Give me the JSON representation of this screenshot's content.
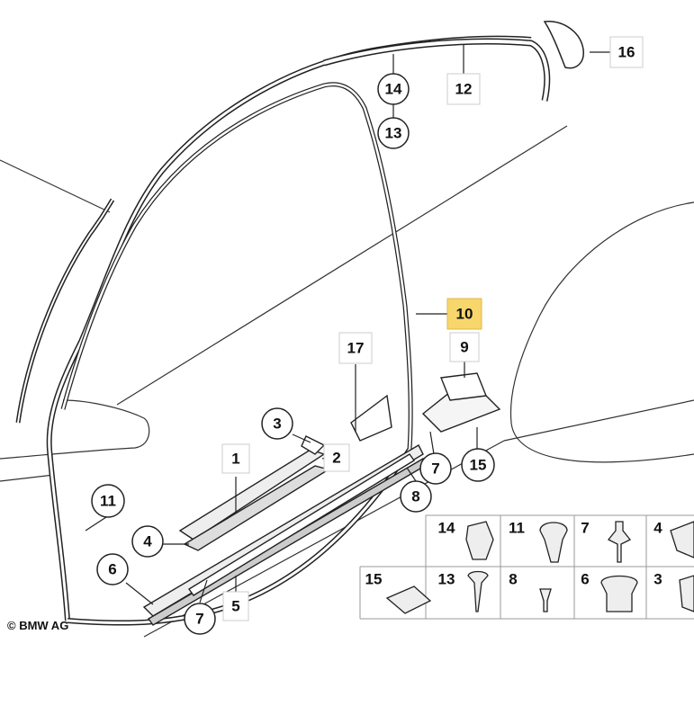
{
  "diagram": {
    "copyright": "© BMW AG",
    "highlight_color": "#f7d66b",
    "callouts": [
      {
        "id": "c16",
        "text": "16",
        "shape": "square",
        "highlight": false
      },
      {
        "id": "c12",
        "text": "12",
        "shape": "square",
        "highlight": false
      },
      {
        "id": "c14a",
        "text": "14",
        "shape": "circle",
        "highlight": false
      },
      {
        "id": "c13a",
        "text": "13",
        "shape": "circle",
        "highlight": false
      },
      {
        "id": "c10",
        "text": "10",
        "shape": "square",
        "highlight": true
      },
      {
        "id": "c9",
        "text": "9",
        "shape": "square",
        "highlight": false
      },
      {
        "id": "c17",
        "text": "17",
        "shape": "square",
        "highlight": false
      },
      {
        "id": "c3",
        "text": "3",
        "shape": "circle",
        "highlight": false
      },
      {
        "id": "c2",
        "text": "2",
        "shape": "square",
        "highlight": false
      },
      {
        "id": "c1",
        "text": "1",
        "shape": "square",
        "highlight": false
      },
      {
        "id": "c7a",
        "text": "7",
        "shape": "circle",
        "highlight": false
      },
      {
        "id": "c15a",
        "text": "15",
        "shape": "circle",
        "highlight": false
      },
      {
        "id": "c8",
        "text": "8",
        "shape": "circle",
        "highlight": false
      },
      {
        "id": "c11",
        "text": "11",
        "shape": "circle",
        "highlight": false
      },
      {
        "id": "c4",
        "text": "4",
        "shape": "circle",
        "highlight": false
      },
      {
        "id": "c6",
        "text": "6",
        "shape": "circle",
        "highlight": false
      },
      {
        "id": "c5",
        "text": "5",
        "shape": "square",
        "highlight": false
      },
      {
        "id": "c7b",
        "text": "7",
        "shape": "circle",
        "highlight": false
      }
    ],
    "parts_grid": [
      {
        "id": "g14",
        "text": "14"
      },
      {
        "id": "g11",
        "text": "11"
      },
      {
        "id": "g7",
        "text": "7"
      },
      {
        "id": "g4",
        "text": "4"
      },
      {
        "id": "g15",
        "text": "15"
      },
      {
        "id": "g13",
        "text": "13"
      },
      {
        "id": "g8",
        "text": "8"
      },
      {
        "id": "g6",
        "text": "6"
      },
      {
        "id": "g3",
        "text": "3"
      }
    ]
  }
}
